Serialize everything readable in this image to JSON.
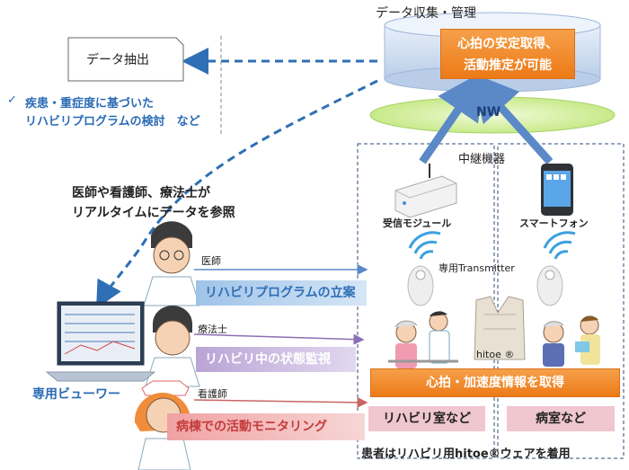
{
  "title": "データ収集・管理",
  "db_box_label": "心拍の安定取得、\n活動推定が可能",
  "nw_label": "NW",
  "extract_box": "データ抽出",
  "check_mark": "✓",
  "check_text_line1": "疾患・重症度に基づいた",
  "check_text_line2": "リハビリプログラムの検討　など",
  "realtime_line1": "医師や看護師、療法士が",
  "realtime_line2": "リアルタイムにデータを参照",
  "relay_label": "中継機器",
  "receiver_label": "受信モジュール",
  "smartphone_label": "スマートフォン",
  "transmitter_label": "専用Transmitter",
  "hitoe_label": "hitoe ®",
  "viewer_label": "専用ビューワー",
  "roles": [
    {
      "role": "医師",
      "task": "リハビリプログラムの立案"
    },
    {
      "role": "療法士",
      "task": "リハビリ中の状態監視"
    },
    {
      "role": "看護師",
      "task": "病棟での活動モニタリング"
    }
  ],
  "heart_box": "心拍・加速度情報を取得",
  "rehab_room": "リハビリ室など",
  "ward_room": "病室など",
  "bottom_label": "患者はリハビリ用hitoe®ウェアを着用",
  "colors": {
    "accent_blue": "#2e6fb5",
    "orange": "#ec7a17",
    "pink": "#f0c6cf",
    "nw_green": "#cfeea0"
  }
}
